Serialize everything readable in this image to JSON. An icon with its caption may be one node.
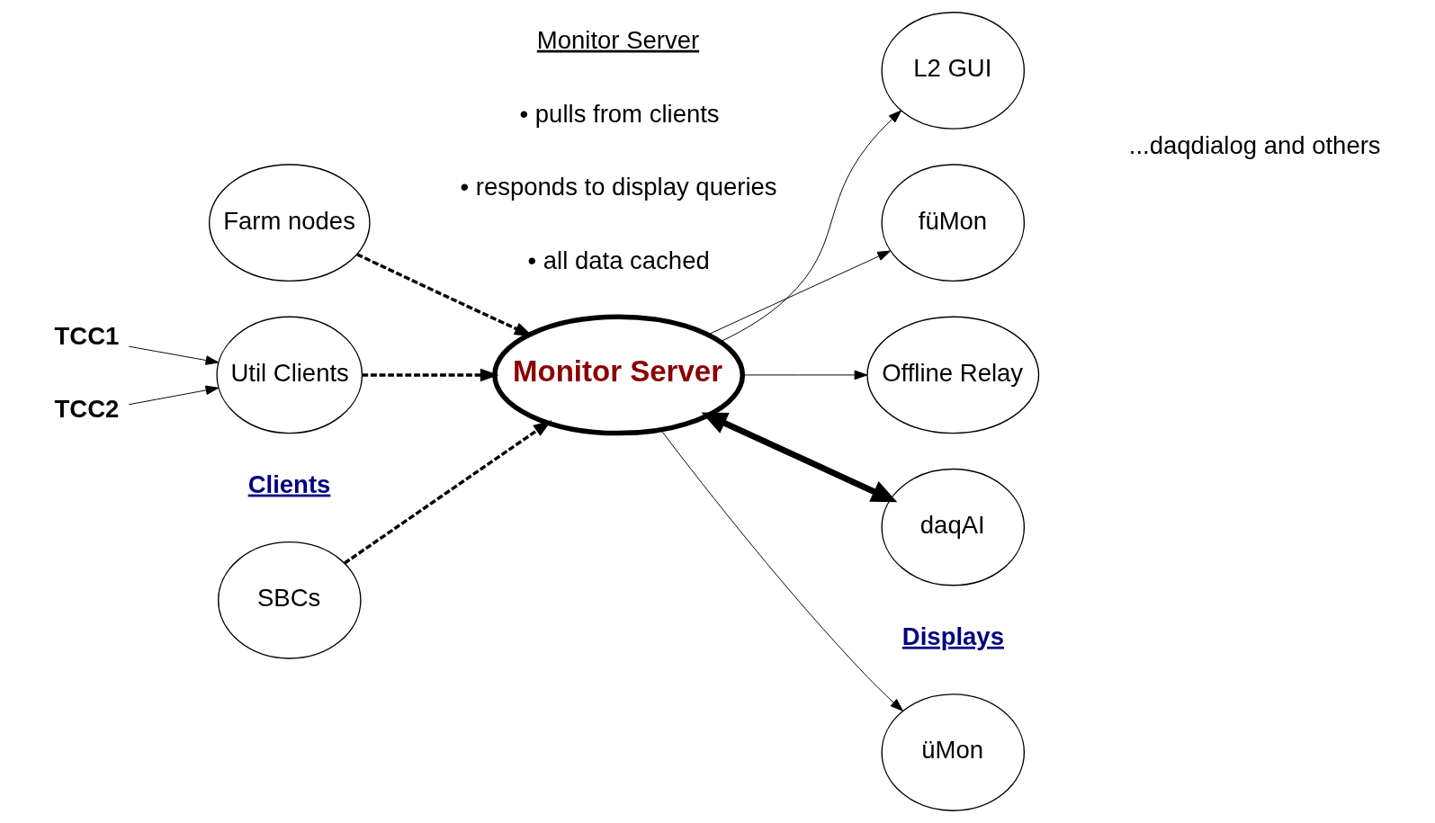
{
  "diagram": {
    "nodes": [
      {
        "text": [
          "SBCs"
        ]
      },
      {
        "text": [
          "Farm nodes"
        ]
      },
      {
        "text": [
          "Util Clients"
        ]
      },
      {
        "text": [
          "TCC1"
        ]
      },
      {
        "text": [
          "TCC2"
        ]
      },
      {
        "text": [
          "Monitor Server"
        ]
      },
      {
        "text": [
          "üMon"
        ]
      },
      {
        "text": [
          "L2 GUI"
        ]
      },
      {
        "text": [
          "füMon"
        ]
      },
      {
        "text": [
          "Offline Relay"
        ]
      },
      {
        "text": [
          "daqAI"
        ]
      }
    ],
    "edges": [
      {
        "from": 0,
        "to": 5,
        "arrow": "to",
        "style": "dashed"
      },
      {
        "from": 1,
        "to": 5,
        "arrow": "to",
        "style": "dashed"
      },
      {
        "from": 2,
        "to": 5,
        "arrow": "to",
        "style": "dashed"
      },
      {
        "from": 3,
        "to": 2,
        "arrow": "to"
      },
      {
        "from": 4,
        "to": 2,
        "arrow": "to"
      },
      {
        "from": 5,
        "to": 6,
        "arrow": "to"
      },
      {
        "from": 5,
        "to": 7,
        "arrow": "to"
      },
      {
        "from": 5,
        "to": 8,
        "arrow": "to"
      },
      {
        "from": 5,
        "to": 9,
        "arrow": "to"
      },
      {
        "from": 5,
        "to": 10,
        "arrow": "both",
        "style": "thick"
      }
    ],
    "labels": [
      "Clients",
      "Monitor Server",
      "• pulls from clients",
      "• responds to display queries",
      "• all data cached",
      "Displays",
      "...daqdialog and others"
    ]
  }
}
